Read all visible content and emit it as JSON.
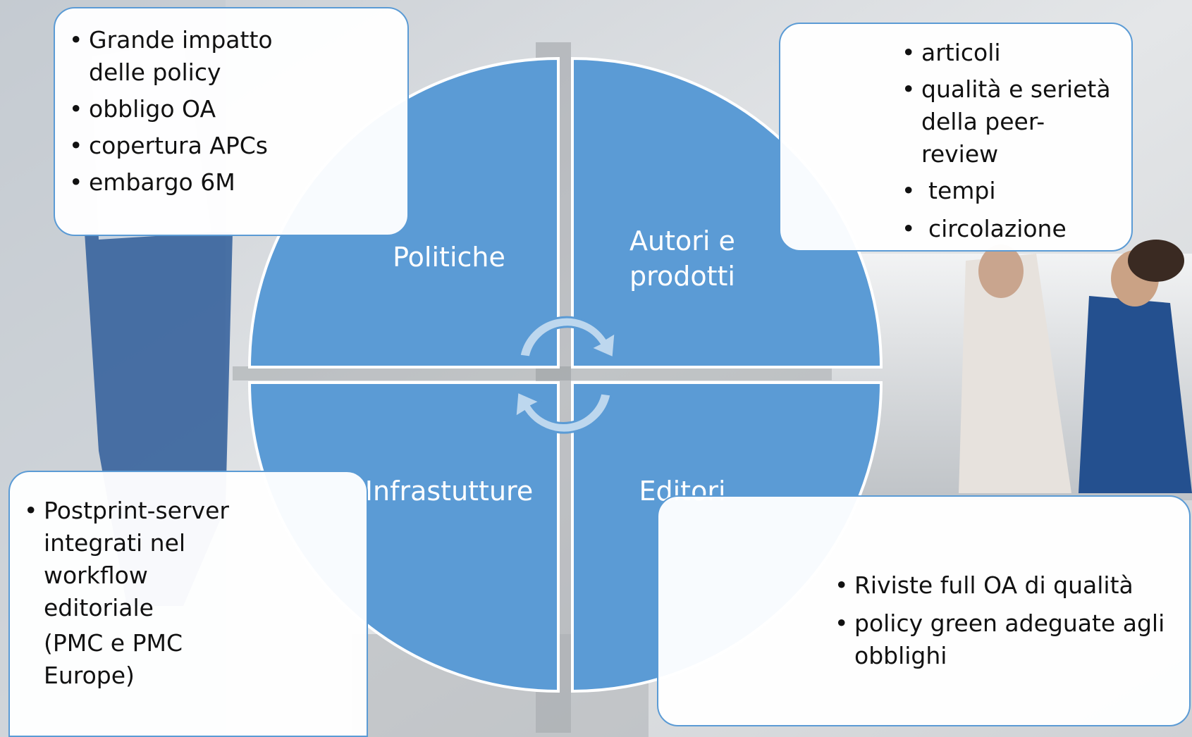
{
  "quadrants": {
    "top_left": {
      "label": "Politiche"
    },
    "top_right": {
      "label_line1": "Autori e",
      "label_line2": "prodotti"
    },
    "bottom_left": {
      "label": "Infrastutture"
    },
    "bottom_right": {
      "label": "Editori"
    }
  },
  "boxes": {
    "top_left": {
      "items": [
        "Grande impatto",
        "delle policy",
        "obbligo OA",
        "copertura APCs",
        "embargo 6M"
      ]
    },
    "top_right": {
      "items": [
        "articoli",
        "qualità e serietà",
        "della peer-",
        "review",
        "tempi",
        "circolazione"
      ]
    },
    "bottom_left": {
      "items": [
        "Postprint-server",
        "integrati nel",
        "workflow",
        "editoriale",
        "(PMC e PMC",
        "Europe)"
      ]
    },
    "bottom_right": {
      "items": [
        "Riviste full OA di qualità",
        "policy green adeguate agli",
        "obblighi"
      ]
    }
  },
  "colors": {
    "quadrant_fill": "#5b9bd5",
    "quadrant_text": "#ffffff",
    "box_border": "#5b9bd5",
    "arrow_fill": "#bdd7ee"
  },
  "icons": {
    "center": "cycle-arrows-icon"
  }
}
